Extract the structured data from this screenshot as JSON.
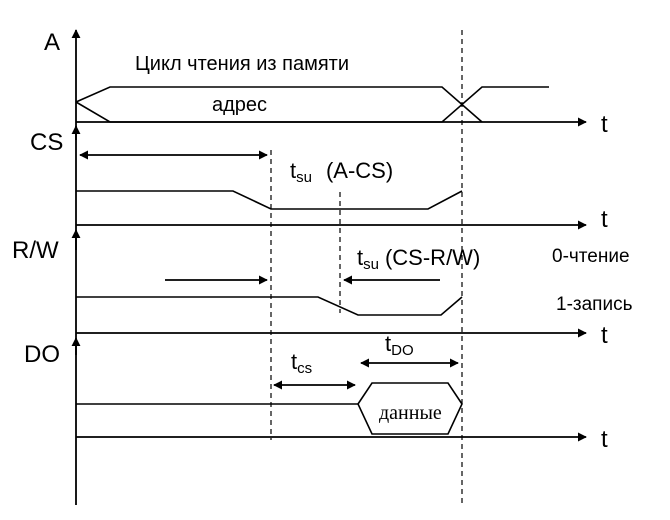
{
  "signals": {
    "a": "A",
    "cs": "CS",
    "rw": "R/W",
    "do": "DO"
  },
  "axis_label": "t",
  "title": "Цикл чтения из памяти",
  "address_label": "адрес",
  "data_label": "данные",
  "timing": {
    "tsu_a_cs": {
      "main": "t",
      "sub": "su",
      "suffix": "(A-CS)"
    },
    "tsu_cs_rw": {
      "main": "t",
      "sub": "su",
      "suffix": "(CS-R/W)"
    },
    "tcs": {
      "main": "t",
      "sub": "cs"
    },
    "tdo": {
      "main": "t",
      "sub": "DO"
    }
  },
  "rw_notes": {
    "read": "0-чтение",
    "write": "1-запись"
  }
}
